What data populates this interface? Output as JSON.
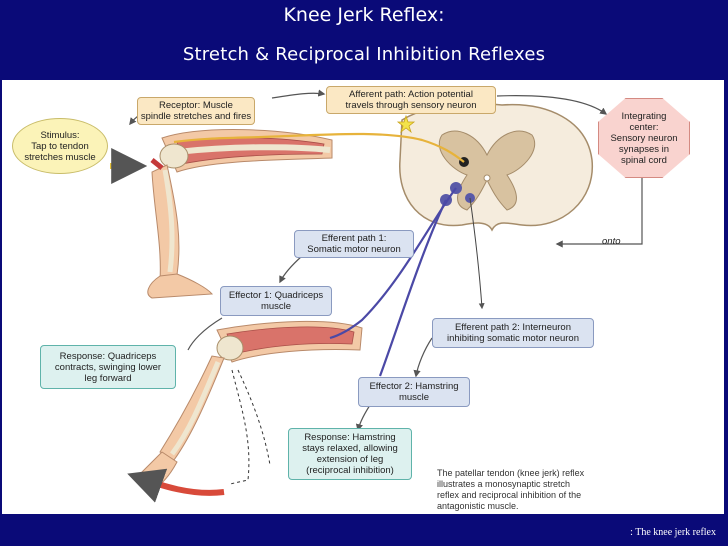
{
  "title": {
    "line1": "Knee Jerk Reflex:",
    "line2": "Stretch & Reciprocal Inhibition Reflexes"
  },
  "diagram": {
    "stimulus": "Stimulus:\nTap to tendon\nstretches muscle",
    "receptor": "Receptor: Muscle\nspindle stretches and fires",
    "afferent": "Afferent path: Action potential\ntravels through sensory neuron",
    "integrating": "Integrating\ncenter:\nSensory neuron\nsynapses in\nspinal cord",
    "onto": "onto",
    "efferent1": "Efferent path 1:\nSomatic motor neuron",
    "effector1": "Effector 1: Quadriceps\nmuscle",
    "efferent2": "Efferent path 2: Interneuron\ninhibiting somatic motor neuron",
    "response1": "Response: Quadriceps\ncontracts, swinging lower\nleg forward",
    "effector2": "Effector 2: Hamstring\nmuscle",
    "response2": "Response: Hamstring\nstays relaxed, allowing\nextension of leg\n(reciprocal inhibition)",
    "caption": "The patellar tendon (knee jerk) reflex\nillustrates a monosynaptic stretch\nreflex and reciprocal inhibition of the\nantagonistic muscle."
  },
  "footer": ": The knee jerk reflex",
  "colors": {
    "slide_background": "#0a0a78",
    "skin": "#f3c9a6",
    "muscle": "#d9736a",
    "bone": "#efe6cf",
    "sensory_neuron": "#e7b33b",
    "motor_neuron": "#4b49a6",
    "arrow": "#555555"
  }
}
